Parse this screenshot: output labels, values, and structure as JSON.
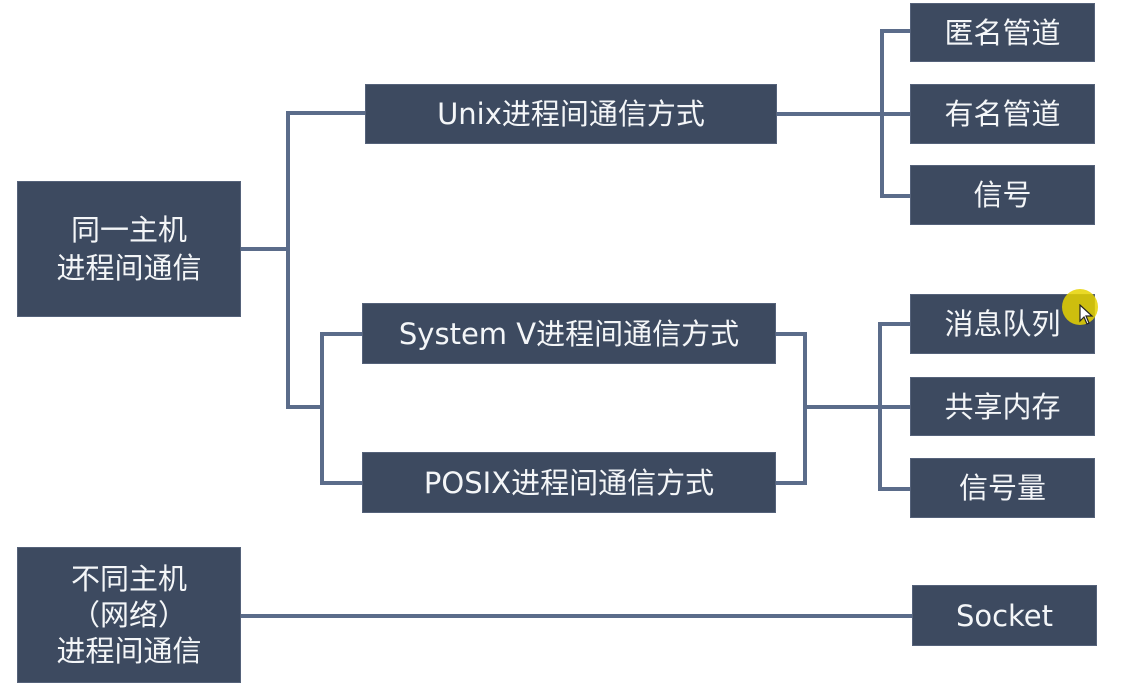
{
  "diagram": {
    "title": "进程间通信方式",
    "roots": [
      {
        "label": "同一主机\n进程间通信",
        "children": [
          {
            "label": "Unix进程间通信方式",
            "children": [
              "匿名管道",
              "有名管道",
              "信号"
            ]
          },
          {
            "label": "System V进程间通信方式",
            "shared_children_with": "POSIX进程间通信方式"
          },
          {
            "label": "POSIX进程间通信方式",
            "shared_children_with": "System V进程间通信方式"
          }
        ],
        "shared_children": [
          "消息队列",
          "共享内存",
          "信号量"
        ]
      },
      {
        "label": "不同主机\n（网络）\n进程间通信",
        "children": [
          "Socket"
        ]
      }
    ],
    "colors": {
      "box_fill": "#3d4a60",
      "box_text": "#f4f6f8",
      "connector": "#5b6c8a",
      "background": "#ffffff",
      "cursor_highlight": "#e6d200"
    }
  },
  "nodes": {
    "same_host": "同一主机\n进程间通信",
    "unix": "Unix进程间通信方式",
    "systemv": "System V进程间通信方式",
    "posix": "POSIX进程间通信方式",
    "anon_pipe": "匿名管道",
    "named_pipe": "有名管道",
    "signal": "信号",
    "msg_queue": "消息队列",
    "shm": "共享内存",
    "semaphore": "信号量",
    "diff_host": "不同主机\n（网络）\n进程间通信",
    "socket": "Socket"
  }
}
